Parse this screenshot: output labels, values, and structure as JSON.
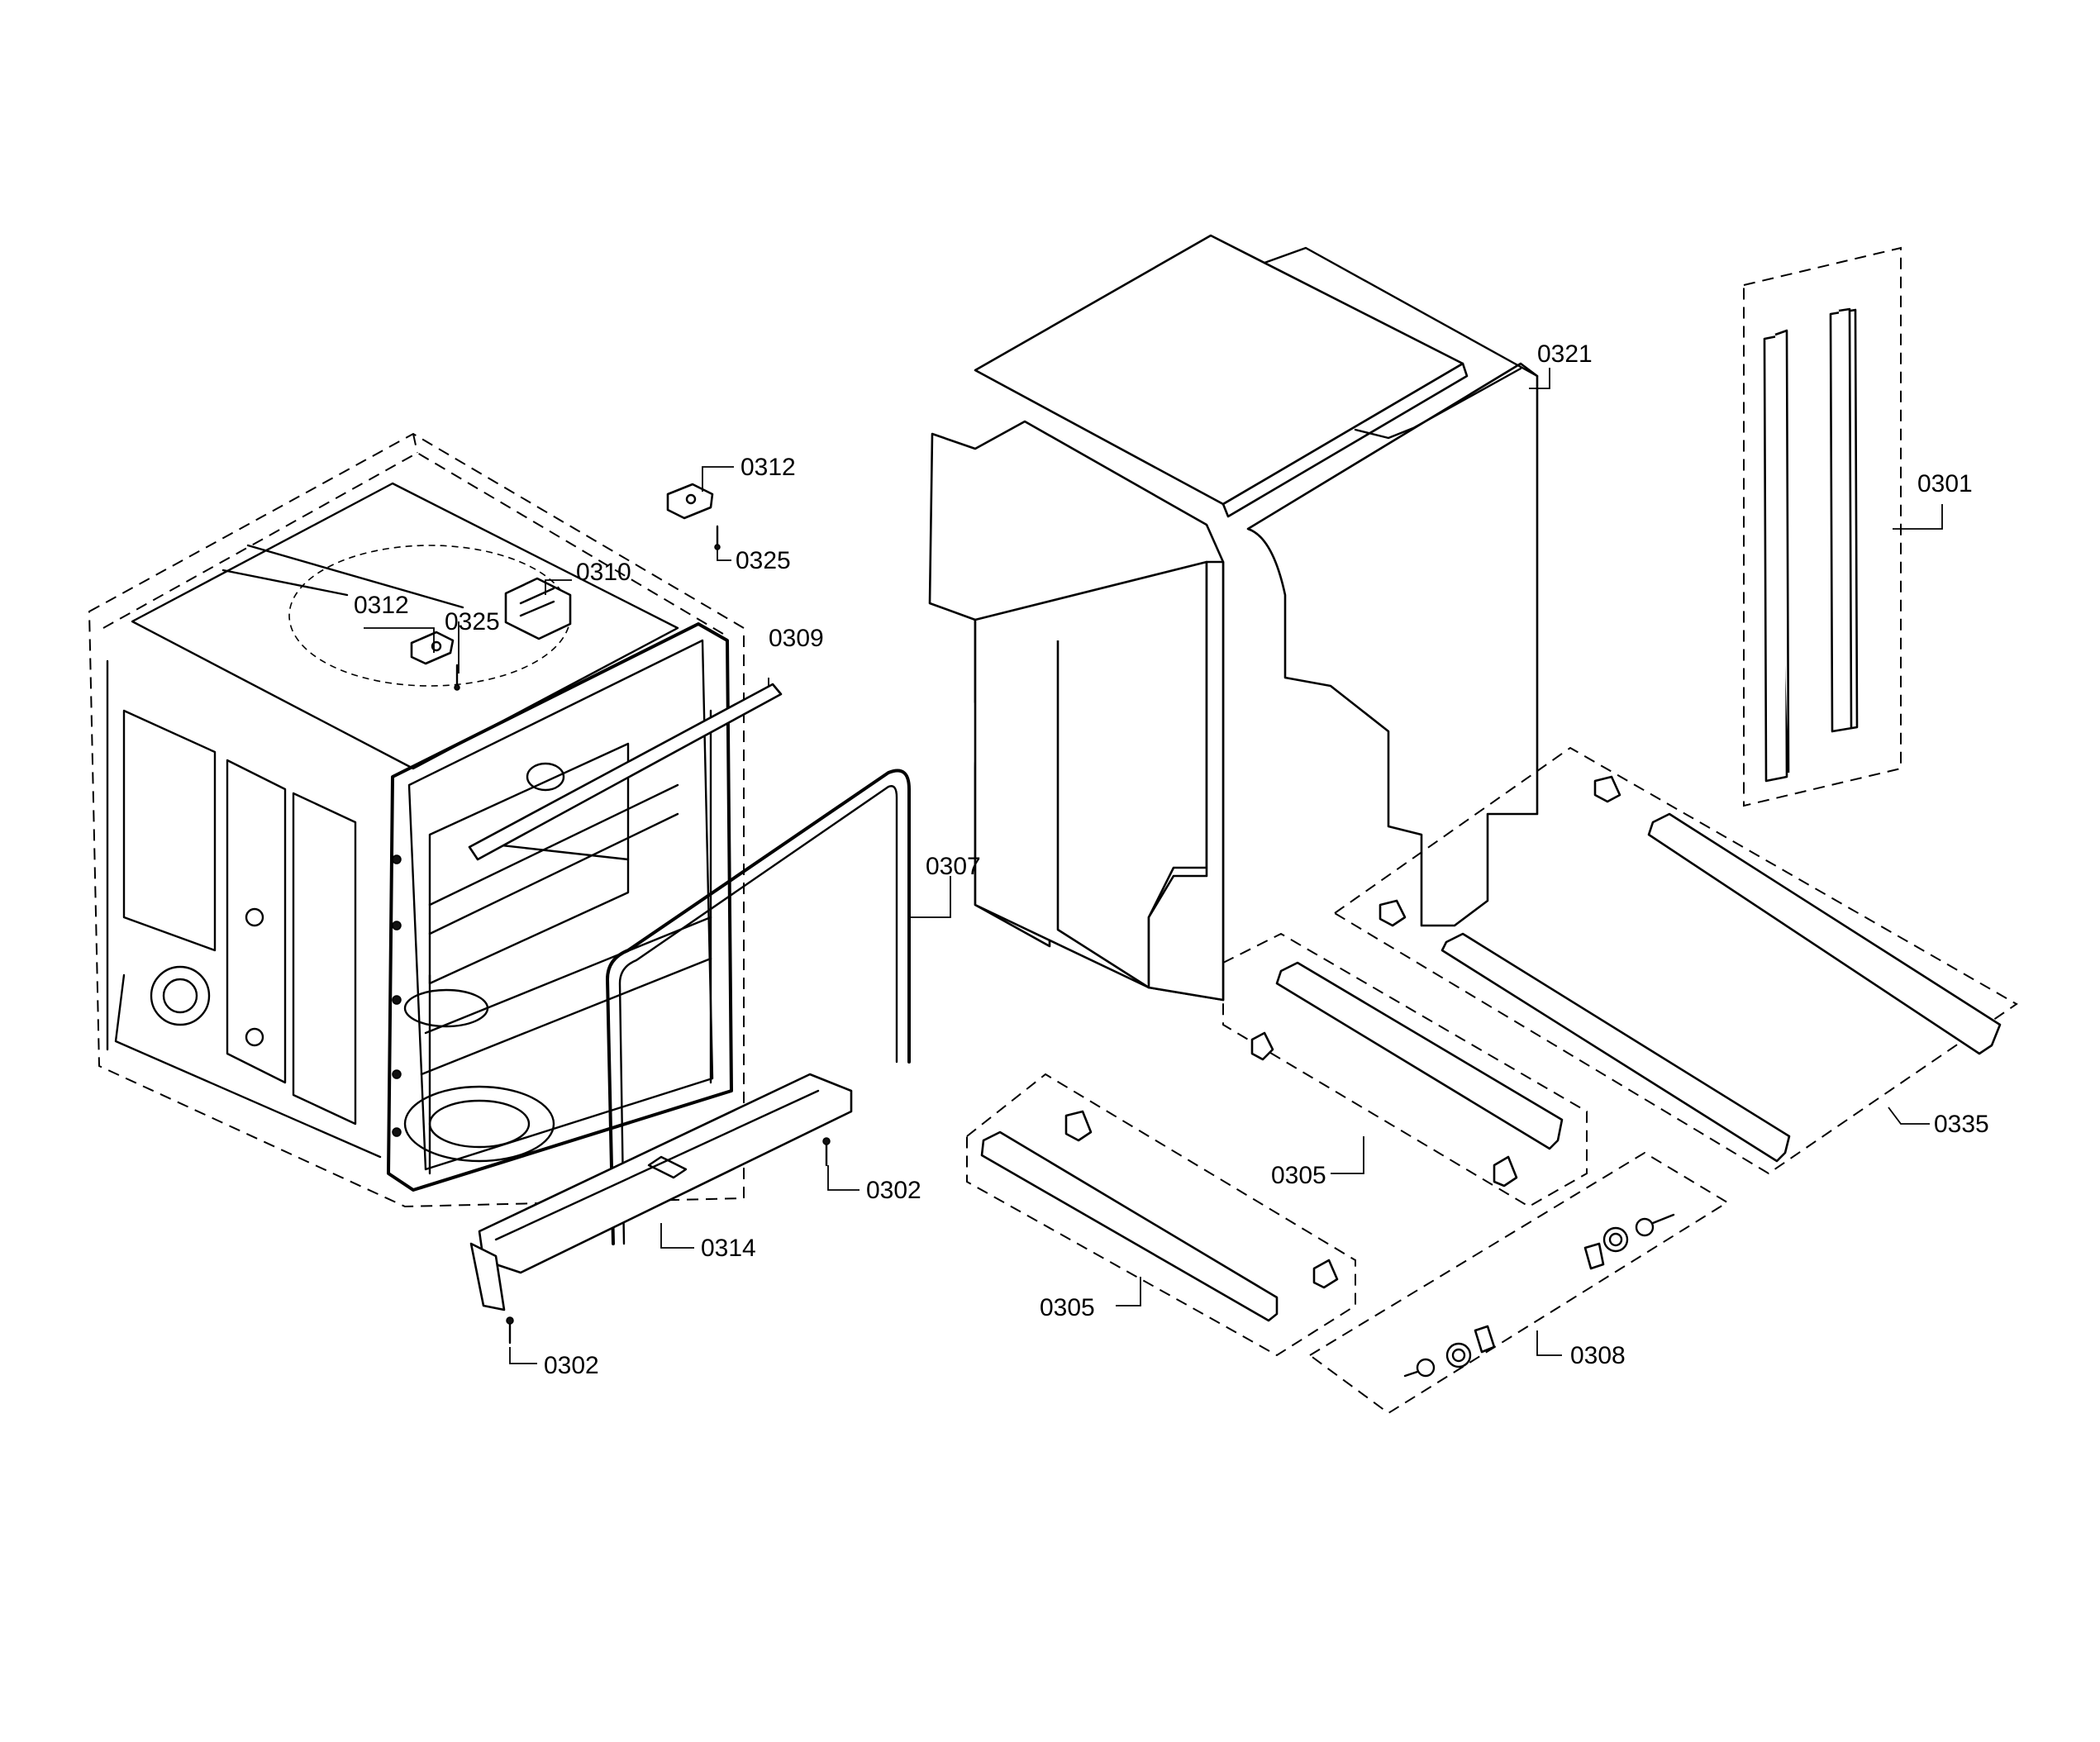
{
  "callouts": [
    {
      "id": "c-0312-right",
      "label": "0312"
    },
    {
      "id": "c-0325-right",
      "label": "0325"
    },
    {
      "id": "c-0310",
      "label": "0310"
    },
    {
      "id": "c-0312-left",
      "label": "0312"
    },
    {
      "id": "c-0325-left",
      "label": "0325"
    },
    {
      "id": "c-0309",
      "label": "0309"
    },
    {
      "id": "c-0307",
      "label": "0307"
    },
    {
      "id": "c-0302-right",
      "label": "0302"
    },
    {
      "id": "c-0314",
      "label": "0314"
    },
    {
      "id": "c-0302-left",
      "label": "0302"
    },
    {
      "id": "c-0321",
      "label": "0321"
    },
    {
      "id": "c-0301",
      "label": "0301"
    },
    {
      "id": "c-0335",
      "label": "0335"
    },
    {
      "id": "c-0305-upper",
      "label": "0305"
    },
    {
      "id": "c-0305-lower",
      "label": "0305"
    },
    {
      "id": "c-0308",
      "label": "0308"
    }
  ]
}
